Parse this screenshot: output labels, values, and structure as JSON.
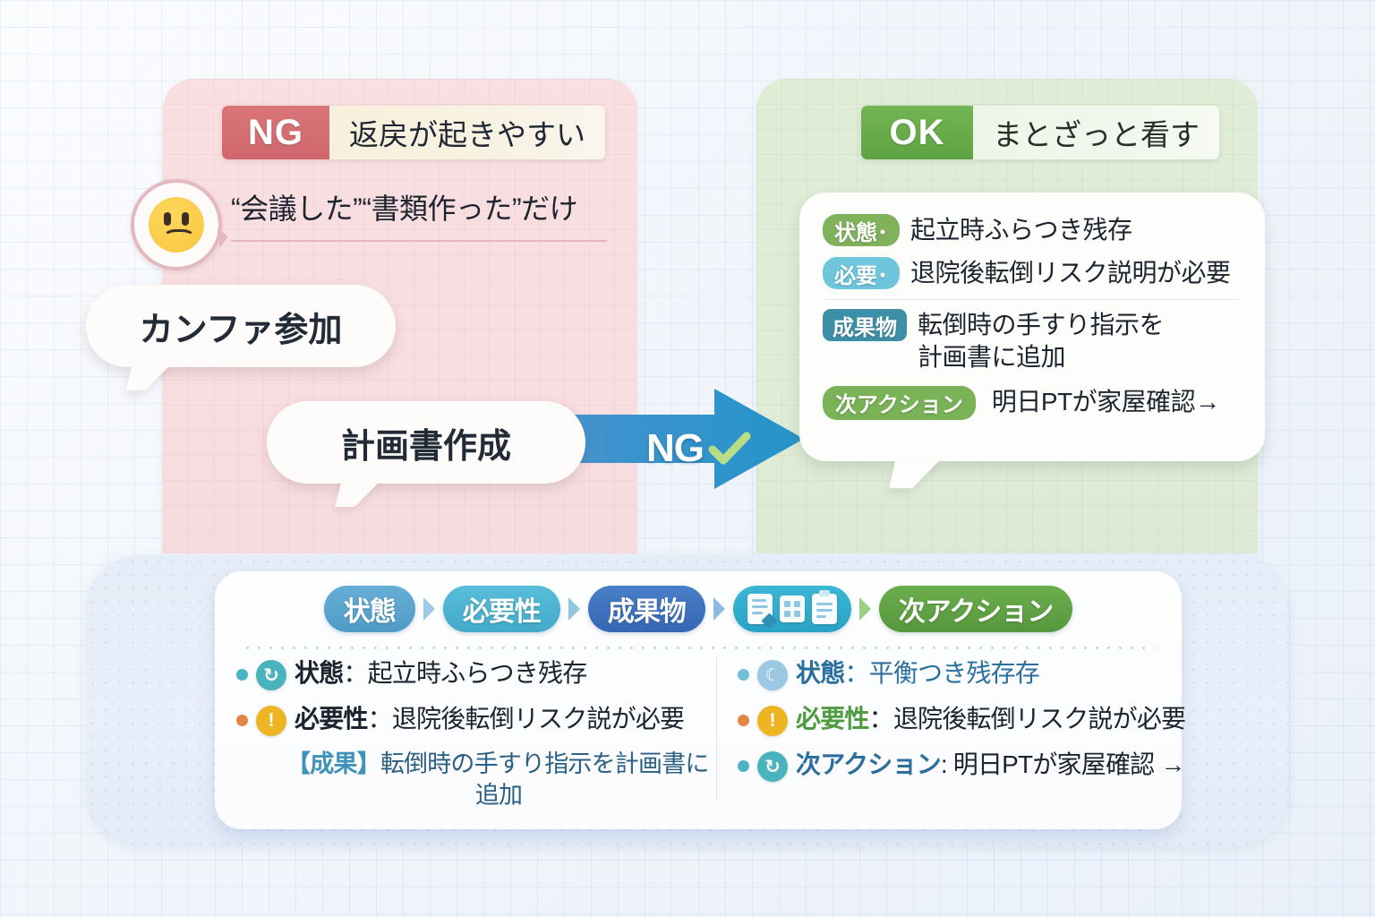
{
  "ng_panel": {
    "badge": "NG",
    "badge_color": "#d9767a",
    "headline": "返戻が起きやすい",
    "subline": "“会議した”“書類作った”だけ",
    "face_icon": "frowning-face-icon",
    "bubbles": [
      {
        "label": "カンファ参加"
      },
      {
        "label": "計画書作成"
      }
    ]
  },
  "arrow": {
    "label": "NG",
    "check_icon": "check-icon",
    "color": "#2f96cf"
  },
  "ok_panel": {
    "badge": "OK",
    "badge_color": "#5ea343",
    "headline": "まとざっと看す",
    "rows": [
      {
        "chip": "状態･",
        "chip_color": "#7fb25b",
        "value": "起立時ふらつき残存"
      },
      {
        "chip": "必要･",
        "chip_color": "#6ec6dd",
        "value": "退院後転倒リスク説明が必要"
      },
      {
        "chip": "成果物",
        "chip_color": "#3d8fa8",
        "value": "転倒時の手すり指示を\n計画書に追加"
      },
      {
        "chip": "次アクション",
        "chip_color": "#79b257",
        "value": "明日PTが家屋確認→"
      }
    ]
  },
  "flow": {
    "chips": [
      {
        "label": "状態",
        "color": "#5aa3cf",
        "type": "text"
      },
      {
        "label": "必要性",
        "color": "#4db2d2",
        "type": "text"
      },
      {
        "label": "成果物",
        "color": "#3d73c0",
        "type": "text"
      },
      {
        "label": "成果物アイコン",
        "color": "#32aece",
        "type": "icons",
        "icons": [
          "document-pen-icon",
          "grid-icon",
          "clipboard-icon"
        ]
      },
      {
        "label": "次アクション",
        "color": "#62a544",
        "type": "text"
      }
    ],
    "arrow_colors": [
      "#9ecae6",
      "#8fc8e0",
      "#8fb8e4",
      "#9ccf86"
    ]
  },
  "summary": {
    "left": [
      {
        "dot": "#4cb3c4",
        "icon": "refresh-icon",
        "icon_color": "#49b4bd",
        "icon_glyph": "↻",
        "key": "状態",
        "sep": "：",
        "value": "起立時ふらつき残存"
      },
      {
        "dot": "#e58544",
        "icon": "alert-icon",
        "icon_color": "#eeb522",
        "icon_glyph": "!",
        "key": "必要性",
        "sep": "：",
        "value": "退院後転倒リスク説が必要"
      }
    ],
    "left_sub": {
      "tag": "【成果】",
      "line1": "転倒時の手すり指示を計画書に",
      "line2": "追加"
    },
    "right": [
      {
        "dot": "#6fc0d6",
        "icon": "moon-icon",
        "icon_color": "#9dc8e4",
        "icon_glyph": "☾",
        "key": "状態",
        "sep": "：",
        "value": "平衡つき残存存",
        "key_color": "#2a6f9e",
        "value_color": "#2a6f9e"
      },
      {
        "dot": "#e58544",
        "icon": "alert-icon",
        "icon_color": "#eeb522",
        "icon_glyph": "!",
        "key": "必要性",
        "sep": "：",
        "value": "退院後転倒リスク説が必要",
        "key_color": "#4f9b3f",
        "value_color": "#1b232e"
      },
      {
        "dot": "#4cb3c4",
        "icon": "refresh-icon",
        "icon_color": "#49b4bd",
        "icon_glyph": "↻",
        "key": "次アクション",
        "sep": ": ",
        "value": "明日PTが家屋確認 →",
        "key_color": "#2a6f9e",
        "value_color": "#1b232e"
      }
    ]
  }
}
